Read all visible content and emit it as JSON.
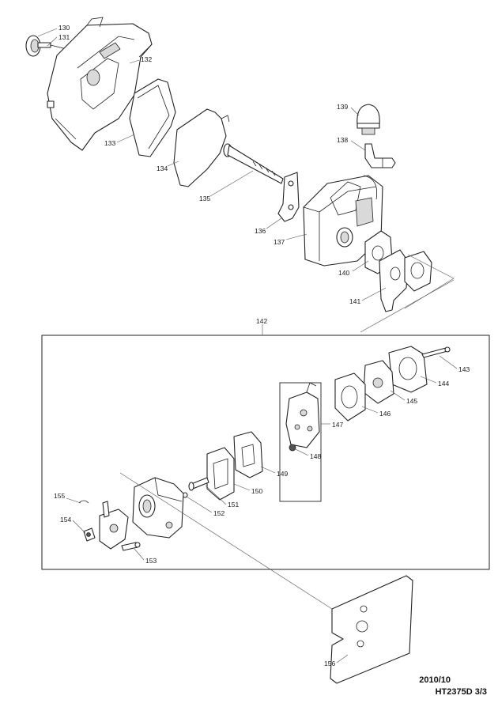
{
  "footer": {
    "date": "2010/10",
    "model_page": "HT2375D 3/3"
  },
  "part_numbers": {
    "p130": "130",
    "p131": "131",
    "p132": "132",
    "p133": "133",
    "p134": "134",
    "p135": "135",
    "p136": "136",
    "p137": "137",
    "p138": "138",
    "p139": "139",
    "p140": "140",
    "p141": "141",
    "p142": "142",
    "p143": "143",
    "p144": "144",
    "p145": "145",
    "p146": "146",
    "p147": "147",
    "p148": "148",
    "p149": "149",
    "p150": "150",
    "p151": "151",
    "p152": "152",
    "p153": "153",
    "p154": "154",
    "p155": "155",
    "p156": "156"
  }
}
